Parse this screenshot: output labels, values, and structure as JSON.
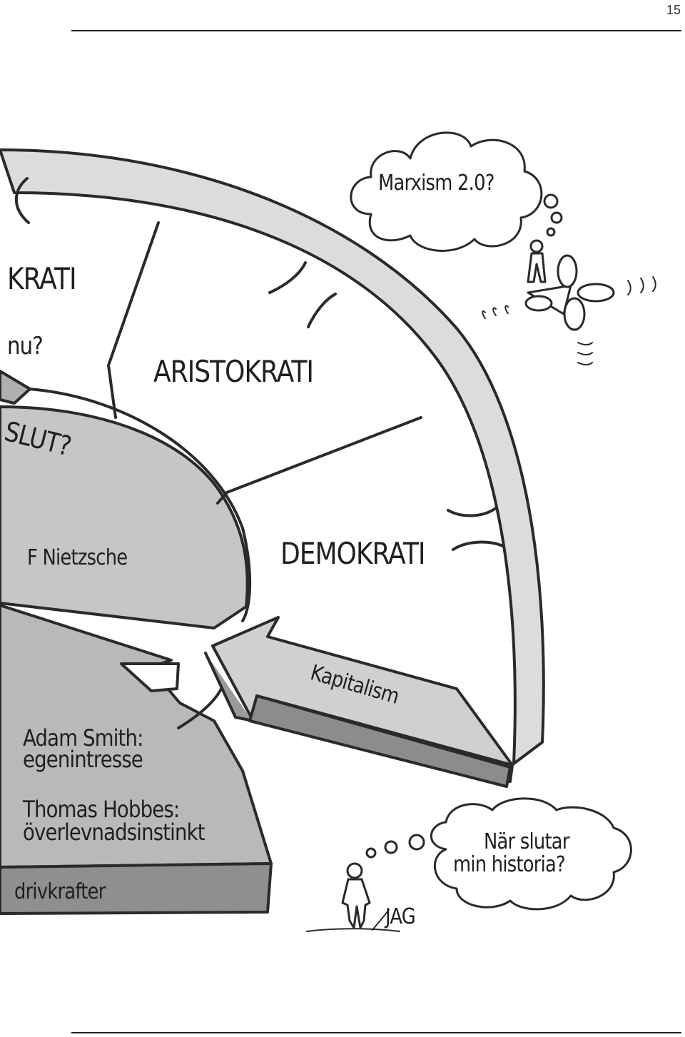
{
  "page_number": "15",
  "labels": {
    "krati": "KRATI",
    "nu": "nu?",
    "slut": "SLUT?",
    "aristokrati": "ARISTOKRATI",
    "nietzsche": "F Nietzsche",
    "demokrati": "DEMOKRATI",
    "kapitalism": "Kapitalism",
    "adam_smith_1": "Adam Smith:",
    "adam_smith_2": "egenintresse",
    "hobbes_1": "Thomas Hobbes:",
    "hobbes_2": "överlevnadsinstinkt",
    "drivkrafter": "drivkrafter",
    "jag": "JAG"
  },
  "bubbles": {
    "marxism": "Marxism 2.0?",
    "historia_1": "När slutar",
    "historia_2": "min historia?"
  }
}
